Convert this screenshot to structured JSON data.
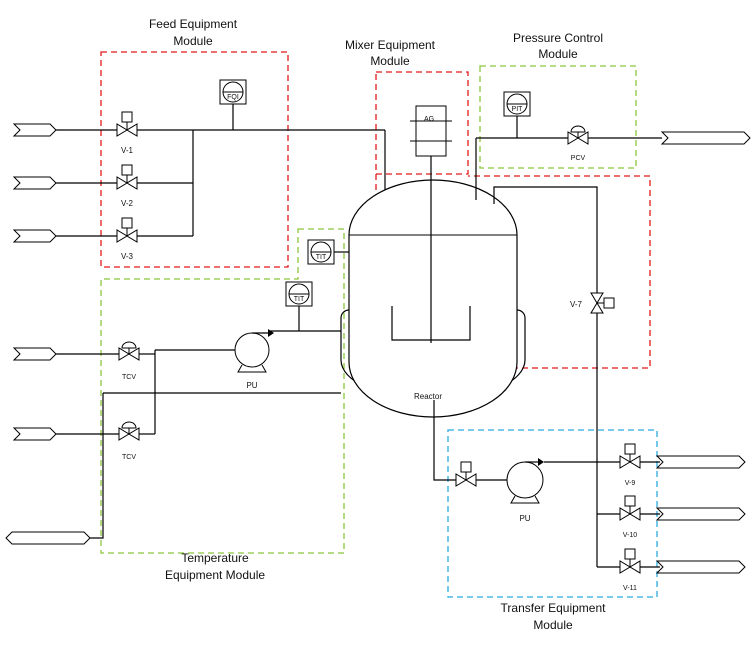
{
  "modules": {
    "feed": {
      "title_line1": "Feed Equipment",
      "title_line2": "Module",
      "color": "#e21a1a"
    },
    "mixer": {
      "title_line1": "Mixer Equipment",
      "title_line2": "Module",
      "color": "#e21a1a"
    },
    "pressure": {
      "title_line1": "Pressure Control",
      "title_line2": "Module",
      "color": "#8cc63f"
    },
    "temperature": {
      "title_line1": "Temperature",
      "title_line2": "Equipment Module",
      "color": "#8cc63f"
    },
    "transfer": {
      "title_line1": "Transfer Equipment",
      "title_line2": "Module",
      "color": "#29abe2"
    }
  },
  "instruments": {
    "fqi": "FQI",
    "ag": "AG",
    "pit": "PIT",
    "tit_reactor": "TIT",
    "tit_line": "TIT"
  },
  "equipment": {
    "reactor": "Reactor",
    "pump_temperature": "PU",
    "pump_transfer": "PU"
  },
  "valves": {
    "v1": "V-1",
    "v2": "V-2",
    "v3": "V-3",
    "pcv": "PCV",
    "v7": "V-7",
    "tcv1": "TCV",
    "tcv2": "TCV",
    "v9": "V-9",
    "v10": "V-10",
    "v11": "V-11"
  }
}
